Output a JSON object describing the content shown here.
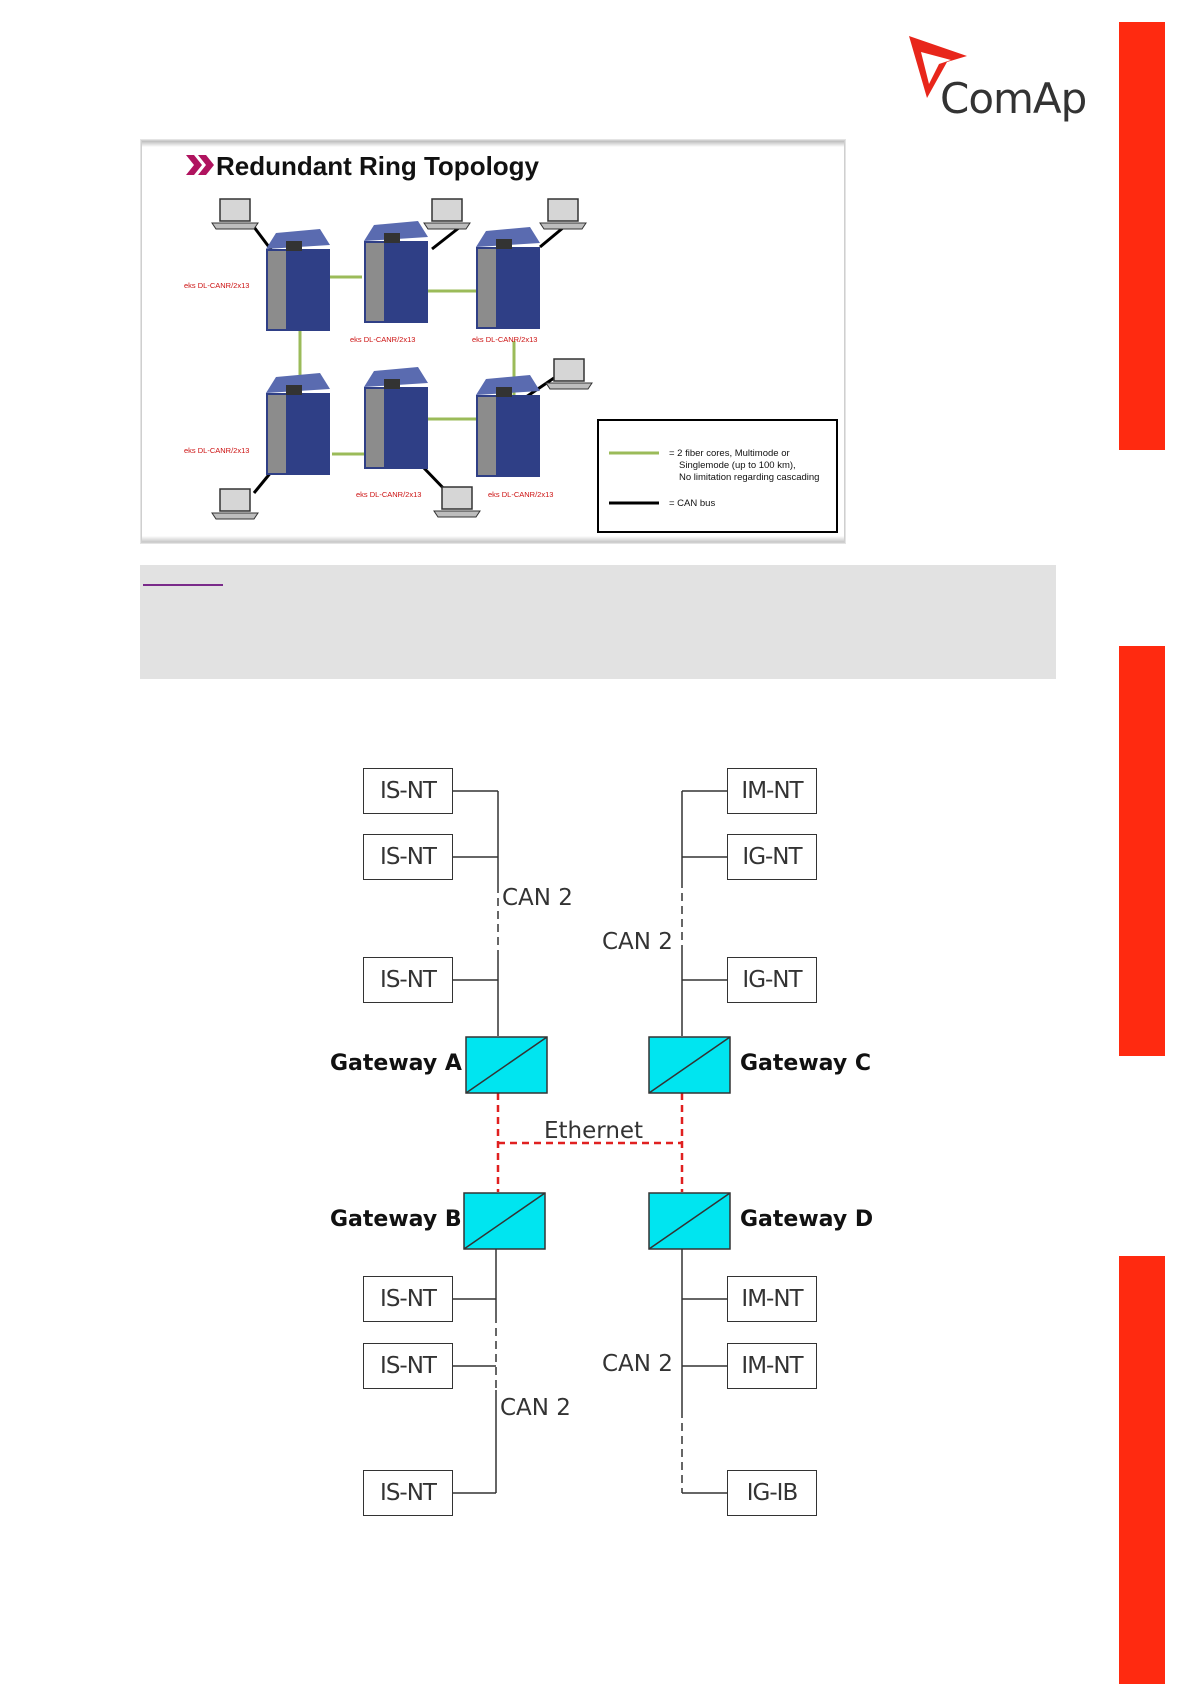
{
  "brand": {
    "logo_text": "ComAp",
    "accent_color": "#ff2a10"
  },
  "ring_figure": {
    "title": "Redundant Ring Topology",
    "device_labels": [
      "eks DL-CANR/2x13",
      "eks DL-CANR/2x13",
      "eks DL-CANR/2x13",
      "eks DL-CANR/2x13",
      "eks DL-CANR/2x13",
      "eks DL-CANR/2x13"
    ],
    "legend": {
      "fiber_line_1": "= 2 fiber cores, Multimode or",
      "fiber_line_2": "Singlemode (up to 100 km),",
      "fiber_line_3": "No limitation regarding cascading",
      "can_bus": "= CAN bus",
      "fiber_color": "#9bbb59",
      "can_color": "#000000"
    }
  },
  "network_diagram": {
    "gateways": {
      "a": "Gateway A",
      "b": "Gateway B",
      "c": "Gateway C",
      "d": "Gateway D"
    },
    "ethernet_label": "Ethernet",
    "ethernet_color": "#e02020",
    "gateway_fill": "#00e5f0",
    "can_labels": {
      "a": "CAN 2",
      "b": "CAN 2",
      "c": "CAN 2",
      "d": "CAN 2"
    },
    "nodes_a": [
      "IS-NT",
      "IS-NT",
      "IS-NT"
    ],
    "nodes_b": [
      "IS-NT",
      "IS-NT",
      "IS-NT"
    ],
    "nodes_c": [
      "IM-NT",
      "IG-NT",
      "IG-NT"
    ],
    "nodes_d": [
      "IM-NT",
      "IM-NT",
      "IG-IB"
    ]
  }
}
